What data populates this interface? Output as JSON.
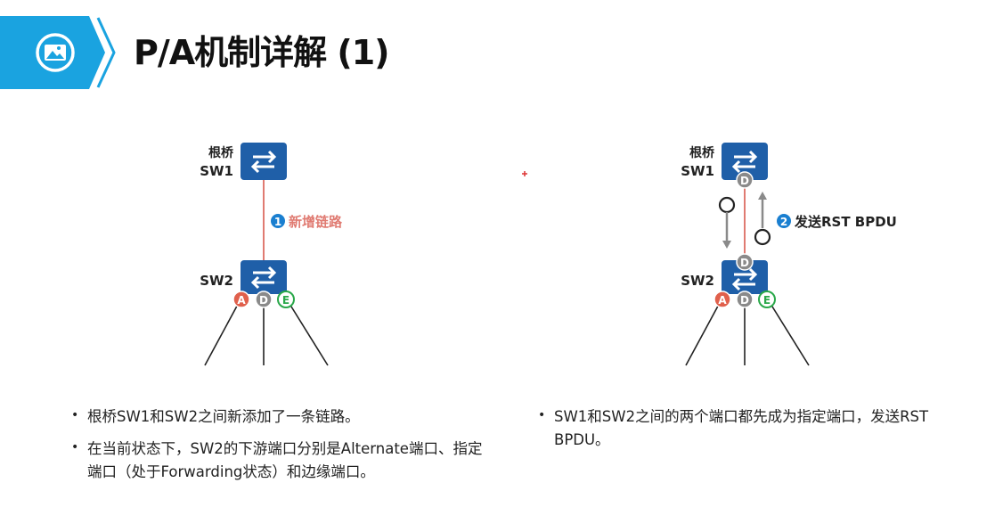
{
  "header": {
    "title": "P/A机制详解 (1)",
    "icon": "image-icon",
    "accent_color": "#1aa3e0"
  },
  "left_diagram": {
    "root_label": "根桥",
    "sw1_label": "SW1",
    "sw2_label": "SW2",
    "step_number": "1",
    "step_text": "新增链路",
    "ports": [
      "A",
      "D",
      "E"
    ]
  },
  "right_diagram": {
    "root_label": "根桥",
    "sw1_label": "SW1",
    "sw2_label": "SW2",
    "sw1_port": "D",
    "sw2_up_port": "D",
    "step_number": "2",
    "step_text": "发送RST BPDU",
    "ports": [
      "A",
      "D",
      "E"
    ]
  },
  "colors": {
    "switch_blue": "#1f5fa8",
    "link_red": "#e07b72",
    "port_alternate": "#e0604c",
    "port_designated": "#8a8a8a",
    "port_edge": "#2aa84a",
    "step_blue": "#1a7fd0"
  },
  "bullets_left": [
    "根桥SW1和SW2之间新添加了一条链路。",
    "在当前状态下，SW2的下游端口分别是Alternate端口、指定端口（处于Forwarding状态）和边缘端口。"
  ],
  "bullets_right": [
    "SW1和SW2之间的两个端口都先成为指定端口，发送RST BPDU。"
  ]
}
